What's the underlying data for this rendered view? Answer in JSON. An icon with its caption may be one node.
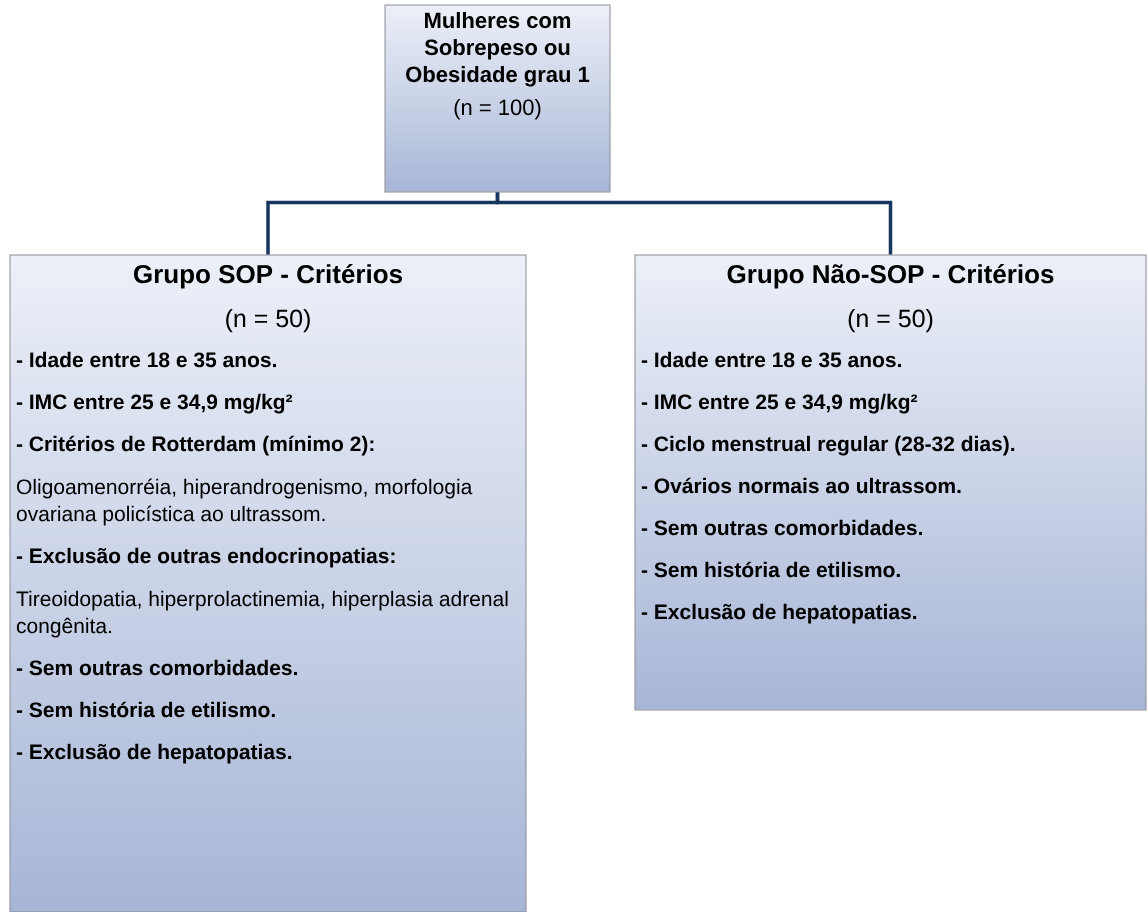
{
  "diagram": {
    "nodes": [
      {
        "text": [
          "Mulheres com Sobrepeso ou Obesidade grau 1",
          "(n = 100)"
        ]
      },
      {
        "text": [
          "Grupo SOP - Critérios",
          "(n = 50)",
          "- Idade entre 18 e 35 anos.",
          "- IMC entre 25 e 34,9 mg/kg²",
          "- Critérios de Rotterdam (mínimo 2):",
          "Oligoamenorréia, hiperandrogenismo, morfologia ovariana policística ao ultrassom.",
          "- Exclusão de outras endocrinopatias:",
          "Tireoidopatia, hiperprolactinemia, hiperplasia adrenal congênita.",
          "- Sem outras comorbidades.",
          "- Sem história de etilismo.",
          "- Exclusão de hepatopatias."
        ]
      },
      {
        "text": [
          "Grupo Não-SOP - Critérios",
          "(n = 50)",
          "- Idade entre 18 e 35 anos.",
          "- IMC entre 25 e 34,9 mg/kg²",
          "- Ciclo menstrual regular (28-32 dias).",
          "- Ovários normais ao ultrassom.",
          "- Sem outras comorbidades.",
          "- Sem história de etilismo.",
          "- Exclusão de hepatopatias."
        ]
      }
    ],
    "edges": [
      {
        "from": 0,
        "to": 1,
        "arrow": "none"
      },
      {
        "from": 0,
        "to": 2,
        "arrow": "none"
      }
    ]
  }
}
